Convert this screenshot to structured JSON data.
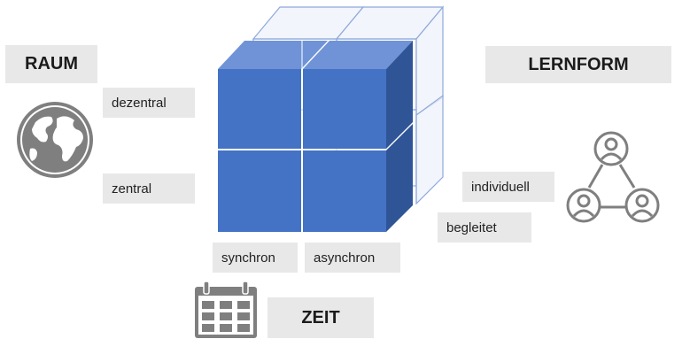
{
  "titles": {
    "raum": "RAUM",
    "lernform": "LERNFORM",
    "zeit": "ZEIT"
  },
  "labels": {
    "dezentral": "dezentral",
    "zentral": "zentral",
    "synchron": "synchron",
    "asynchron": "asynchron",
    "individuell": "individuell",
    "begleitet": "begleitet"
  },
  "icons": {
    "globe": "globe-icon",
    "calendar": "calendar-icon",
    "people_network": "people-network-icon"
  },
  "colors": {
    "cube_front": "#4472c4",
    "cube_top": "#6f93d6",
    "cube_side": "#2f5597",
    "ghost_fill": "#eef2fa",
    "ghost_stroke": "#8fa9dc",
    "label_bg": "#e8e8e8",
    "icon_gray": "#7f7f7f"
  }
}
